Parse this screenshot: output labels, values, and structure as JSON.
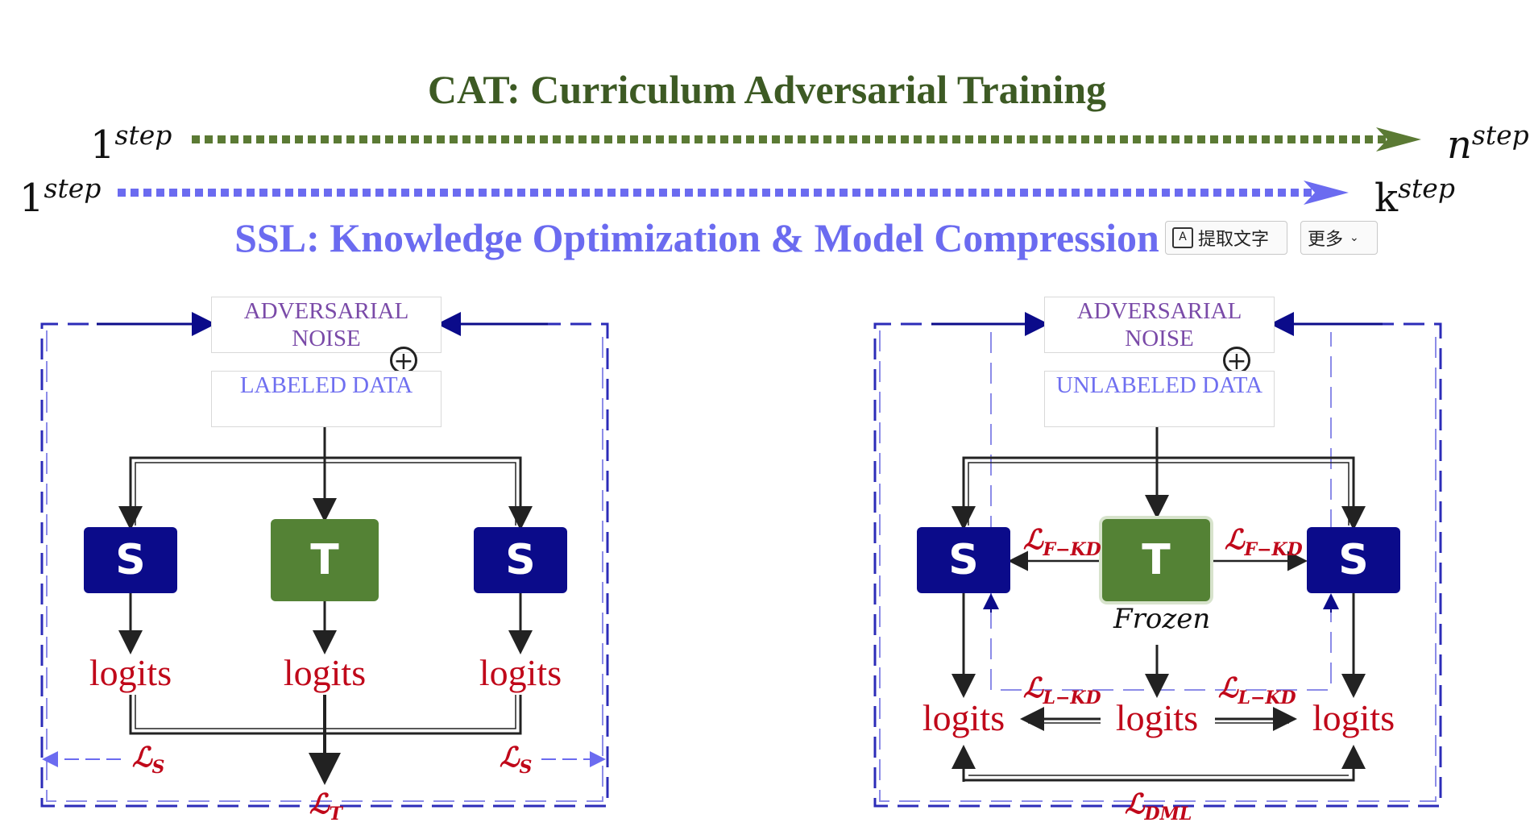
{
  "title_cat": "CAT: Curriculum Adversarial Training",
  "title_ssl": "SSL: Knowledge Optimization & Model Compression",
  "timeline": {
    "cat_start": {
      "base": "1",
      "sup": "step"
    },
    "cat_end": {
      "base": "n",
      "sup": "step"
    },
    "ssl_start": {
      "base": "1",
      "sup": "step"
    },
    "ssl_end": {
      "base": "k",
      "sup": "step"
    }
  },
  "toolbar": {
    "extract_text": "提取文字",
    "more": "更多"
  },
  "left_diagram": {
    "noise_label": "ADVERSARIAL NOISE",
    "data_label": "LABELED DATA",
    "student_left": "S",
    "teacher": "T",
    "student_right": "S",
    "logits_left": "logits",
    "logits_center": "logits",
    "logits_right": "logits",
    "loss_s": "ℒ",
    "loss_s_sub": "S",
    "loss_t": "ℒ",
    "loss_t_sub": "T"
  },
  "right_diagram": {
    "noise_label": "ADVERSARIAL NOISE",
    "data_label": "UNLABELED DATA",
    "student_left": "S",
    "teacher": "T",
    "student_right": "S",
    "frozen": "Frozen",
    "logits_left": "logits",
    "logits_center": "logits",
    "logits_right": "logits",
    "loss_fkd": "ℒ",
    "loss_fkd_sub": "F−KD",
    "loss_lkd": "ℒ",
    "loss_lkd_sub": "L−KD",
    "loss_dml": "ℒ",
    "loss_dml_sub": "DML"
  },
  "colors": {
    "cat": "#3d5a24",
    "ssl": "#6b6bf0",
    "student": "#0b0b8a",
    "teacher": "#548235",
    "loss": "#c0081a",
    "dashed_frame": "#3333cc"
  },
  "icons": [
    "plus-circle-icon",
    "text-extract-icon",
    "chevron-down-icon"
  ]
}
